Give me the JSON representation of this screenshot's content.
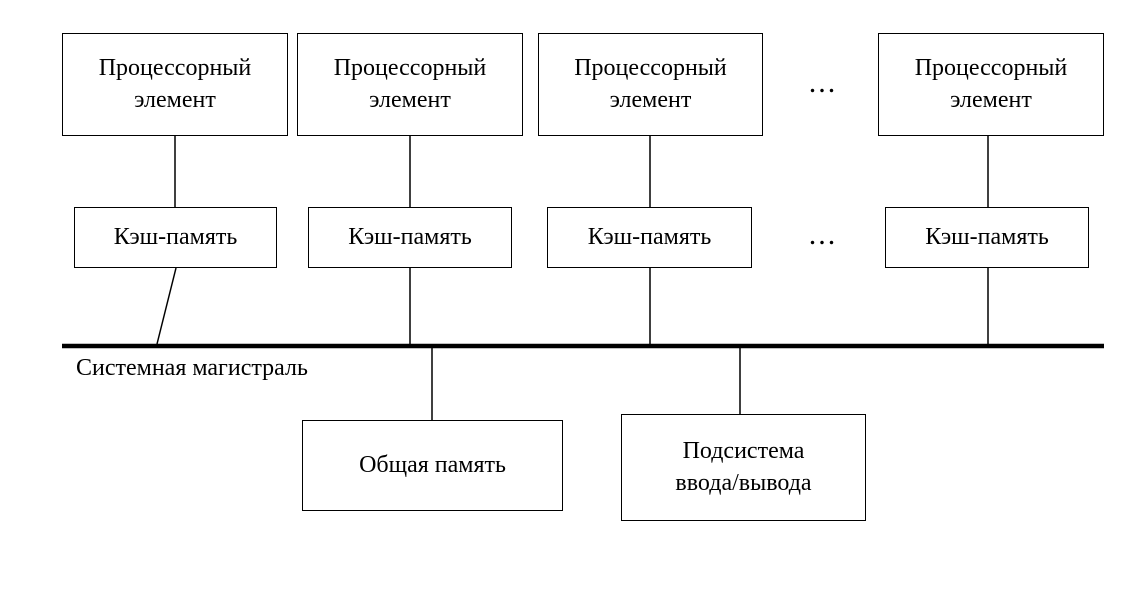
{
  "diagram": {
    "processors": [
      "Процессорный элемент",
      "Процессорный элемент",
      "Процессорный элемент",
      "Процессорный элемент"
    ],
    "caches": [
      "Кэш-память",
      "Кэш-память",
      "Кэш-память",
      "Кэш-память"
    ],
    "ellipses": [
      "...",
      "..."
    ],
    "bus_label": "Системная магистраль",
    "shared_memory_label": "Общая память",
    "io_subsystem_label": "Подсистема ввода/вывода",
    "line_color": "#000000"
  }
}
